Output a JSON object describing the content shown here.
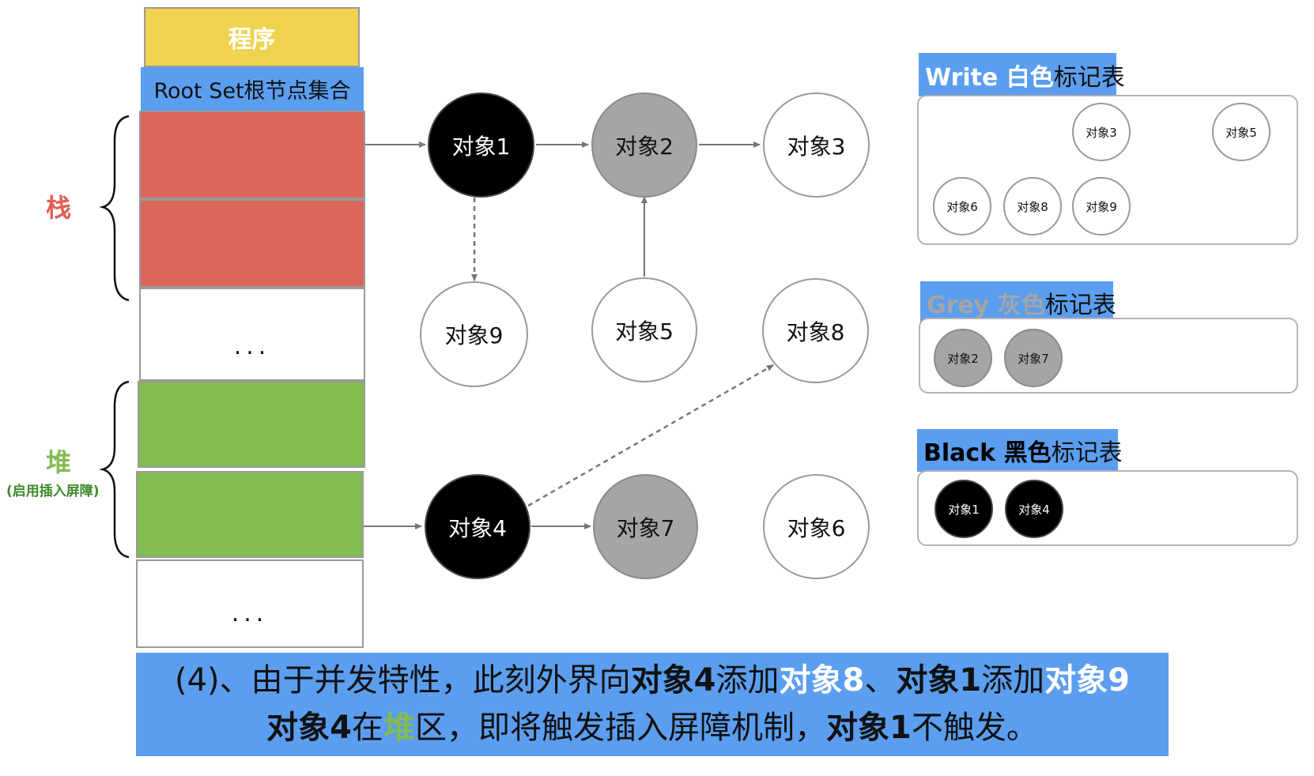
{
  "program_label": "程序",
  "root_set_label": "Root Set根节点集合",
  "stack_label": "栈",
  "heap_label": "堆",
  "heap_sublabel": "(启用插入屏障)",
  "ellipsis": "...",
  "nodes": {
    "obj1": "对象1",
    "obj2": "对象2",
    "obj3": "对象3",
    "obj4": "对象4",
    "obj5": "对象5",
    "obj6": "对象6",
    "obj7": "对象7",
    "obj8": "对象8",
    "obj9": "对象9"
  },
  "tables": {
    "white": {
      "prefix": "Write 白色",
      "suffix": "标记表",
      "items": [
        "对象3",
        "对象5",
        "对象6",
        "对象8",
        "对象9"
      ]
    },
    "grey": {
      "prefix": "Grey 灰色",
      "suffix": "标记表",
      "items": [
        "对象2",
        "对象7"
      ]
    },
    "black": {
      "prefix": "Black 黑色",
      "suffix": "标记表",
      "items": [
        "对象1",
        "对象4"
      ]
    }
  },
  "caption": {
    "l1a": "(4)、由于并发特性，此刻外界向",
    "l1b": "对象4",
    "l1c": "添加",
    "l1d": "对象8",
    "l1e": "、",
    "l1f": "对象1",
    "l1g": "添加",
    "l1h": "对象9",
    "l2a": "对象4",
    "l2b": "在",
    "l2c": "堆",
    "l2d": "区，即将触发插入屏障机制，",
    "l2e": "对象1",
    "l2f": "不触发。"
  },
  "colors": {
    "program": "#efd34f",
    "root_set": "#5b9ef0",
    "stack": "#db655b",
    "heap": "#83bc51",
    "black": "#000000",
    "grey": "#a5a5a5",
    "white": "#ffffff"
  }
}
